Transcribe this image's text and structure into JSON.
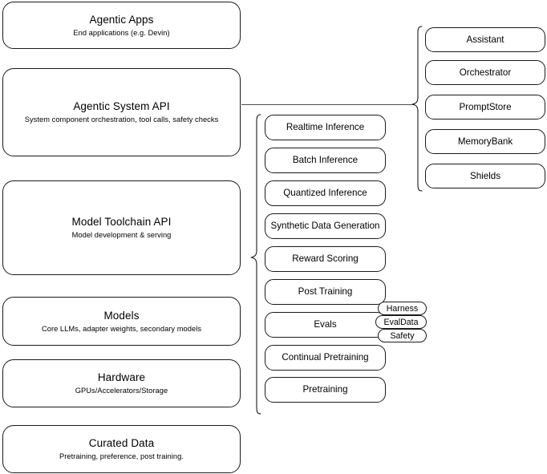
{
  "diagram": {
    "title": "Agentic stack layer diagram",
    "stroke_color": "#1a1a1a",
    "connector_color": "#4d4d4d",
    "background_color": "#ffffff"
  },
  "layers": [
    {
      "title": "Agentic Apps",
      "subtitle": "End applications (e.g. Devin)"
    },
    {
      "title": "Agentic System API",
      "subtitle": "System component orchestration, tool calls, safety checks"
    },
    {
      "title": "Model Toolchain API",
      "subtitle": "Model development & serving"
    },
    {
      "title": "Models",
      "subtitle": "Core LLMs, adapter weights, secondary models"
    },
    {
      "title": "Hardware",
      "subtitle": "GPUs/Accelerators/Storage"
    },
    {
      "title": "Curated Data",
      "subtitle": "Pretraining, preference, post training."
    }
  ],
  "toolchain_components": [
    {
      "label": "Realtime Inference"
    },
    {
      "label": "Batch Inference"
    },
    {
      "label": "Quantized Inference"
    },
    {
      "label": "Synthetic Data Generation"
    },
    {
      "label": "Reward Scoring"
    },
    {
      "label": "Post Training"
    },
    {
      "label": "Evals"
    },
    {
      "label": "Continual Pretraining"
    },
    {
      "label": "Pretraining"
    }
  ],
  "eval_subcomponents": [
    {
      "label": "Harness"
    },
    {
      "label": "EvalData"
    },
    {
      "label": "Safety"
    }
  ],
  "system_components": [
    {
      "label": "Assistant"
    },
    {
      "label": "Orchestrator"
    },
    {
      "label": "PromptStore"
    },
    {
      "label": "MemoryBank"
    },
    {
      "label": "Shields"
    }
  ]
}
